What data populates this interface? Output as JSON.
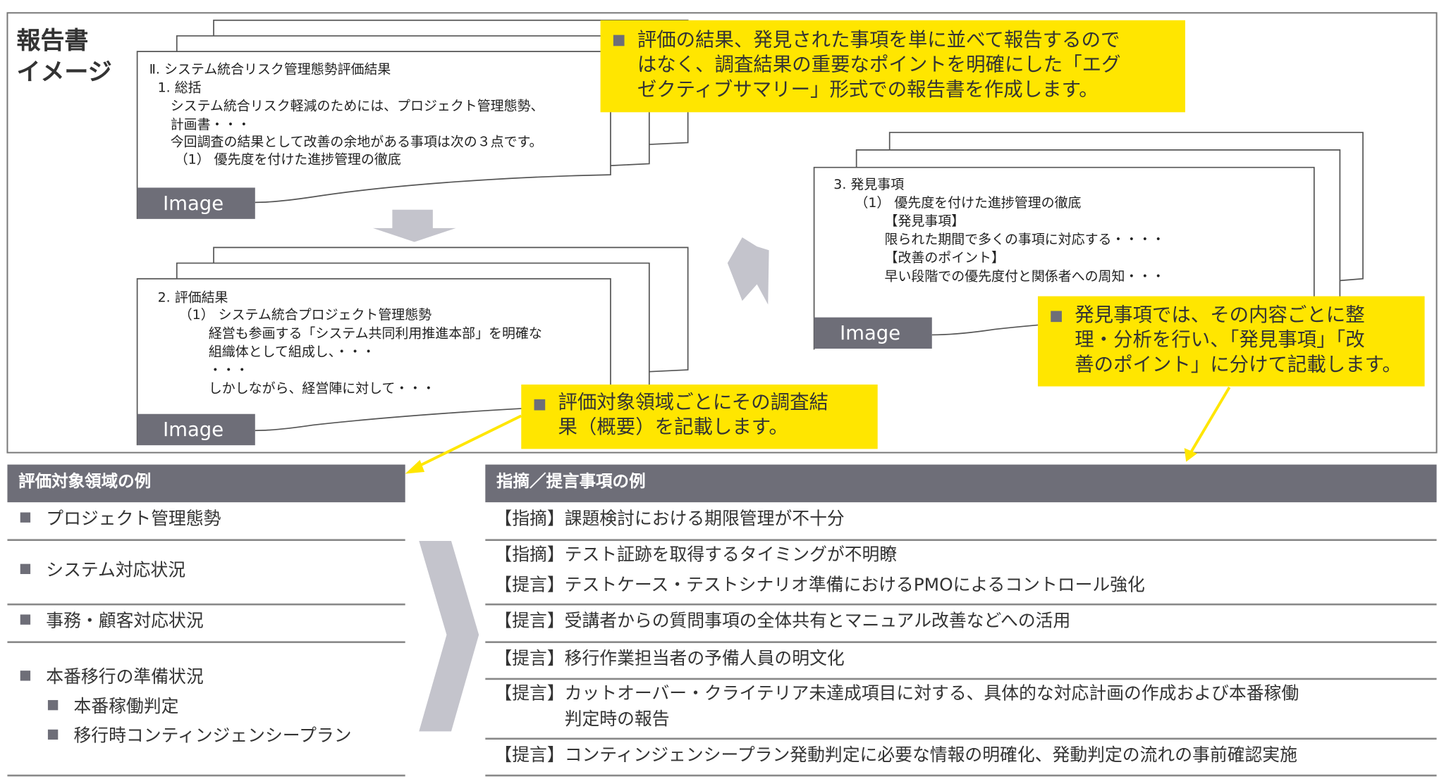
{
  "title": {
    "line1": "報告書",
    "line2": "イメージ"
  },
  "doc1": {
    "lines": [
      "Ⅱ. システム統合リスク管理態勢評価結果",
      "  1. 総括",
      "     システム統合リスク軽減のためには、プロジェクト管理態勢、",
      "     計画書・・・",
      "     今回調査の結果として改善の余地がある事項は次の３点です。",
      "      （1） 優先度を付けた進捗管理の徹底"
    ],
    "image_label": "Image"
  },
  "doc2": {
    "lines": [
      "  2. 評価結果",
      "       （1） システム統合プロジェクト管理態勢",
      "              経営も参画する「システム共同利用推進本部」を明確な",
      "              組織体として組成し、・・・",
      "              ・・・",
      "              しかしながら、経営陣に対して・・・"
    ],
    "image_label": "Image"
  },
  "doc3": {
    "lines": [
      "  3. 発見事項",
      "       （1） 優先度を付けた進捗管理の徹底",
      "              【発見事項】",
      "              限られた期間で多くの事項に対応する・・・・",
      "              【改善のポイント】",
      "              早い段階での優先度付と関係者への周知・・・"
    ],
    "image_label": "Image"
  },
  "callouts": [
    {
      "lines": [
        "評価の結果、発見された事項を単に並べて報告するので",
        "はなく、調査結果の重要なポイントを明確にした「エグ",
        "ゼクティブサマリー」形式での報告書を作成します。"
      ]
    },
    {
      "lines": [
        "評価対象領域ごとにその調査結",
        "果（概要）を記載します。"
      ]
    },
    {
      "lines": [
        "発見事項では、その内容ごとに整",
        "理・分析を行い、「発見事項」「改",
        "善のポイント」に分けて記載します。"
      ]
    }
  ],
  "left_panel": {
    "header": "評価対象領域の例",
    "items": [
      "プロジェクト管理態勢",
      "システム対応状況",
      "事務・顧客対応状況",
      "本番移行の準備状況"
    ],
    "subitems": [
      "本番稼働判定",
      "移行時コンティンジェンシープラン"
    ]
  },
  "right_panel": {
    "header": "指摘／提言事項の例",
    "rows": [
      [
        "【指摘】課題検討における期限管理が不十分"
      ],
      [
        "【指摘】テスト証跡を取得するタイミングが不明瞭",
        "【提言】テストケース・テストシナリオ準備におけるPMOによるコントロール強化"
      ],
      [
        "【提言】受講者からの質問事項の全体共有とマニュアル改善などへの活用"
      ],
      [
        "【提言】移行作業担当者の予備人員の明文化"
      ],
      [
        "【提言】カットオーバー・クライテリア未達成項目に対する、具体的な対応計画の作成および本番稼働",
        "　　　　判定時の報告"
      ],
      [
        "【提言】コンティンジェンシープラン発動判定に必要な情報の明確化、発動判定の流れの事前確認実施"
      ]
    ]
  },
  "colors": {
    "accent": "#ffe600",
    "gray": "#6e6e78",
    "arrow": "#c4c4cc"
  }
}
